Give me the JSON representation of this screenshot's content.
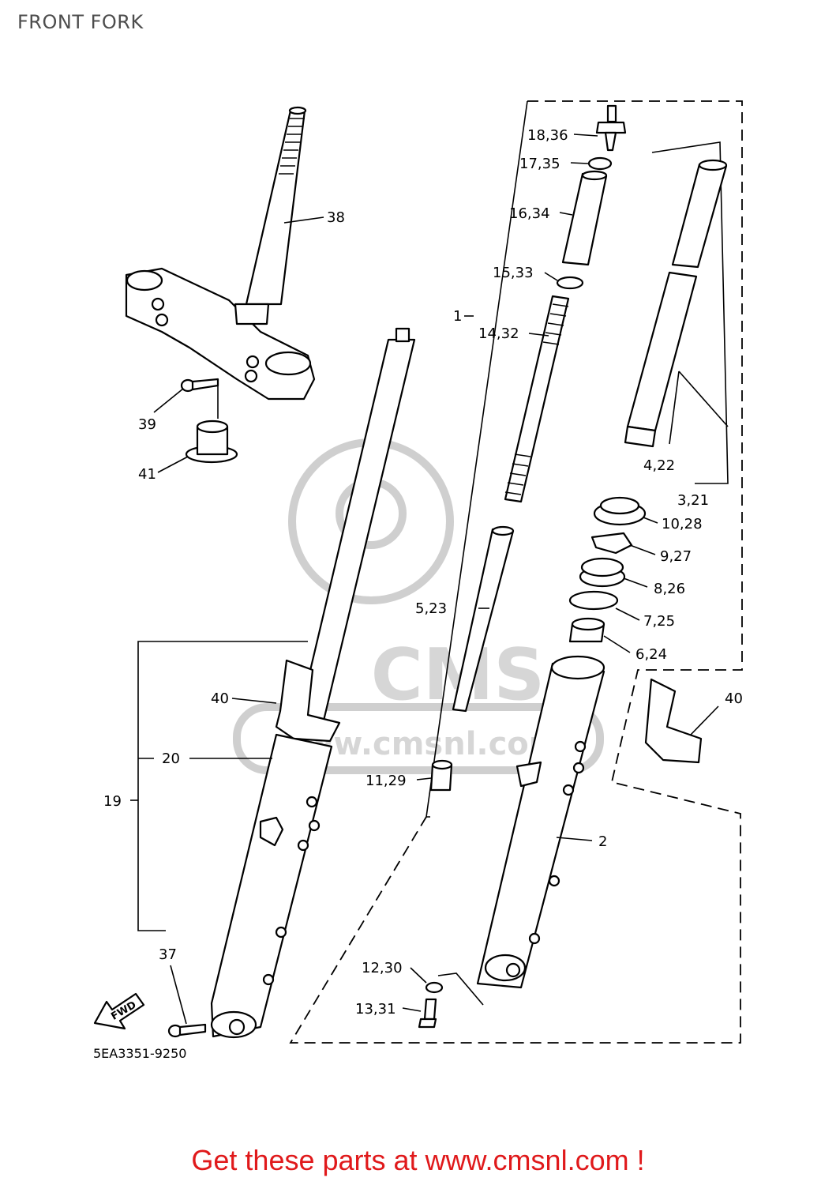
{
  "title": "FRONT FORK",
  "part_code": "5EA3351-9250",
  "banner": "Get these parts at www.cmsnl.com !",
  "watermark": {
    "logo_text": "CMS",
    "url_text": "www.cmsnl.com"
  },
  "fwd_label": "FWD",
  "callouts": {
    "c18_36": "18,36",
    "c17_35": "17,35",
    "c16_34": "16,34",
    "c15_33": "15,33",
    "c1": "1",
    "c14_32": "14,32",
    "c38": "38",
    "c39": "39",
    "c41": "41",
    "c4_22": "4,22",
    "c3_21": "3,21",
    "c10_28": "10,28",
    "c9_27": "9,27",
    "c8_26": "8,26",
    "c5_23": "5,23",
    "c7_25": "7,25",
    "c6_24": "6,24",
    "c40_left": "40",
    "c40_right": "40",
    "c20": "20",
    "c11_29": "11,29",
    "c19": "19",
    "c2": "2",
    "c37": "37",
    "c12_30": "12,30",
    "c13_31": "13,31"
  },
  "colors": {
    "banner": "#e0191b",
    "title": "#4d4d4d",
    "watermark": "#d6d6d6"
  }
}
